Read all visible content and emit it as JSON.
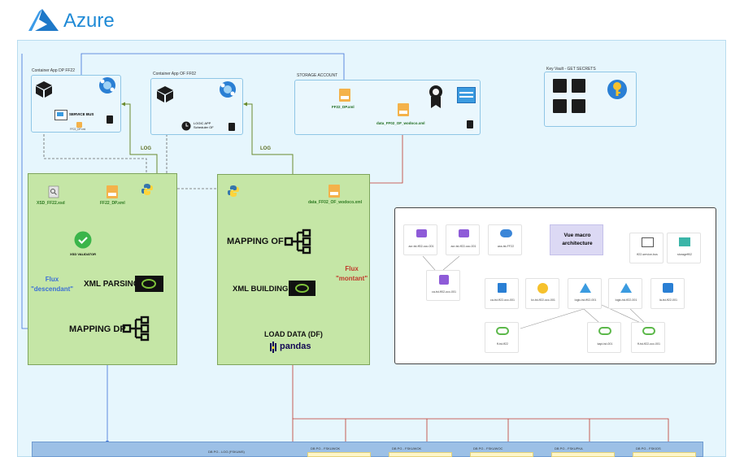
{
  "brand": {
    "logo_text": "Azure",
    "color": "#1f8ad6"
  },
  "boxes": {
    "container_ff22": {
      "title": "Container App DP FF22",
      "service_bus": "SERVICE BUS",
      "file": "FF22_DP.xml"
    },
    "container_ff02": {
      "title": "Container App OF FF02",
      "logic_app": "LOGIC APP\nScheduler OF"
    },
    "storage": {
      "title": "STORAGE ACCOUNT",
      "file_dp": "FF22_DP.xml",
      "file_of": "data_FF02_OF_wodoco.xml"
    },
    "key_vault": {
      "title": "Key Vault - GET SECRETS"
    }
  },
  "log_labels": [
    "LOG",
    "LOG"
  ],
  "left_panel": {
    "xsd": "XSD_FF22.xsd",
    "xml": "FF22_DP.xml",
    "validator": "XSD VALIDATOR",
    "flux": "Flux\n\"descendant\"",
    "parsing": "XML PARSING",
    "mapping": "MAPPING DP"
  },
  "right_panel": {
    "xml": "data_FF02_OF_wodoco.xml",
    "mapping": "MAPPING OF",
    "building": "XML BUILDING",
    "flux": "Flux\n\"montant\"",
    "load": "LOAD DATA (DF)",
    "pandas": "pandas"
  },
  "macro": {
    "title": "Vue macro\narchitecture",
    "items": [
      "acr-tst-ff02-occ-001",
      "acr-tst-ff22-occ-001",
      "ass-tst-FF22",
      "ca-tst-ff02-occ-001",
      "ca-tst-ff22-occ-001",
      "ff-tst-ff22-occ-001",
      "kv-tst-ff22-occ-001",
      "logic-tst-ff02-001",
      "logic-tst-ff22-001",
      "la-tst-ff22-001",
      "ff-tst-ff22",
      "storageff02",
      "kapi-tst-001",
      "ff22-service-bus"
    ]
  },
  "db": {
    "log": "DB PG - LOG (FSKUMS)",
    "tables": [
      "DB PG - FSKUWOK",
      "DB PG - FSKUWOK",
      "DB PG - FSKUWOC",
      "DB PG - FSKUPKA",
      "DB PG - FSKIOS"
    ]
  },
  "colors": {
    "flow_blue": "#3b6fd6",
    "flow_red": "#c0392b",
    "flow_green": "#6a8b2d",
    "panel_green": "#c5e6a6"
  }
}
